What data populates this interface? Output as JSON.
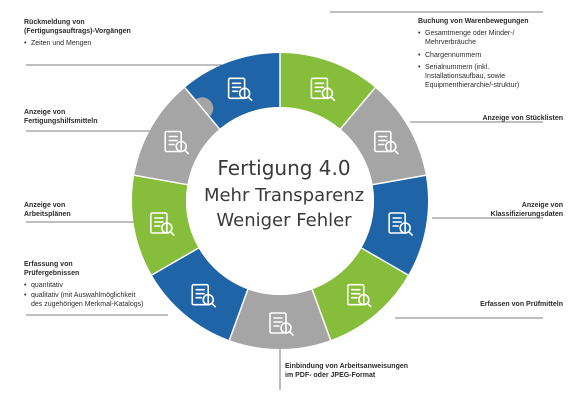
{
  "center": {
    "line1": "Fertigung 4.0",
    "line2": "Mehr Transparenz",
    "line3": "Weniger Fehler"
  },
  "colors": {
    "blue": "#1f64a6",
    "green": "#86bd3a",
    "gray": "#a5a5a5",
    "line": "#555555",
    "text": "#2b2b2b"
  },
  "labels": {
    "top_left": {
      "title_line1": "Rückmeldung von",
      "title_line2": "(Fertigungsauftrags)-Vorgängen",
      "bullets": [
        "Zeiten und Mengen"
      ]
    },
    "mid_left_1": {
      "title_line1": "Anzeige von",
      "title_line2": "Fertigungshilfsmitteln"
    },
    "mid_left_2": {
      "title_line1": "Anzeige von",
      "title_line2": "Arbeitsplänen"
    },
    "bottom_left": {
      "title_line1": "Erfassung von",
      "title_line2": "Prüfergebnissen",
      "bullet1": "quantitativ",
      "bullet2_line1": "qualitativ (mit Auswahlmöglichkeit",
      "bullet2_line2": "des zugehörigen Merkmal-Katalogs)"
    },
    "top_right": {
      "title": "Buchung von Warenbewegungen",
      "bullet1_line1": "Gesamtmenge oder Minder-/",
      "bullet1_line2": "Mehrverbräuche",
      "bullet2": "Chargennummern",
      "bullet3_line1": "Serialnummern (inkl.",
      "bullet3_line2": "Installationsaufbau, sowie",
      "bullet3_line3": "Equipmenthierarchie/-struktur)"
    },
    "mid_right_1": {
      "title": "Anzeige von Stücklisten"
    },
    "mid_right_2": {
      "title_line1": "Anzeige von",
      "title_line2": "Klassifizierungsdaten"
    },
    "bottom_right": {
      "title": "Erfassen von Prüfmitteln"
    },
    "bottom": {
      "title_line1": "Einbindung von Arbeitsanweisungen",
      "title_line2": "im PDF- oder JPEG-Format"
    }
  },
  "segments": [
    {
      "name": "segment-confirmation",
      "color": "blue",
      "icon": "thumbs-up-stopwatch-icon"
    },
    {
      "name": "segment-goods-movement",
      "color": "green",
      "icon": "documents-calculator-icon"
    },
    {
      "name": "segment-bom",
      "color": "gray",
      "icon": "list-magnifier-icon"
    },
    {
      "name": "segment-classification",
      "color": "blue",
      "icon": "triangle-magnifier-icon"
    },
    {
      "name": "segment-test-equipment",
      "color": "green",
      "icon": "caliper-checklist-icon"
    },
    {
      "name": "segment-work-instructions",
      "color": "gray",
      "icon": "clipboard-documents-icon"
    },
    {
      "name": "segment-inspection-results",
      "color": "blue",
      "icon": "team-chart-icon"
    },
    {
      "name": "segment-routings",
      "color": "green",
      "icon": "calendar-clock-icon"
    },
    {
      "name": "segment-production-tools",
      "color": "gray",
      "icon": "tools-crosshair-icon"
    }
  ]
}
